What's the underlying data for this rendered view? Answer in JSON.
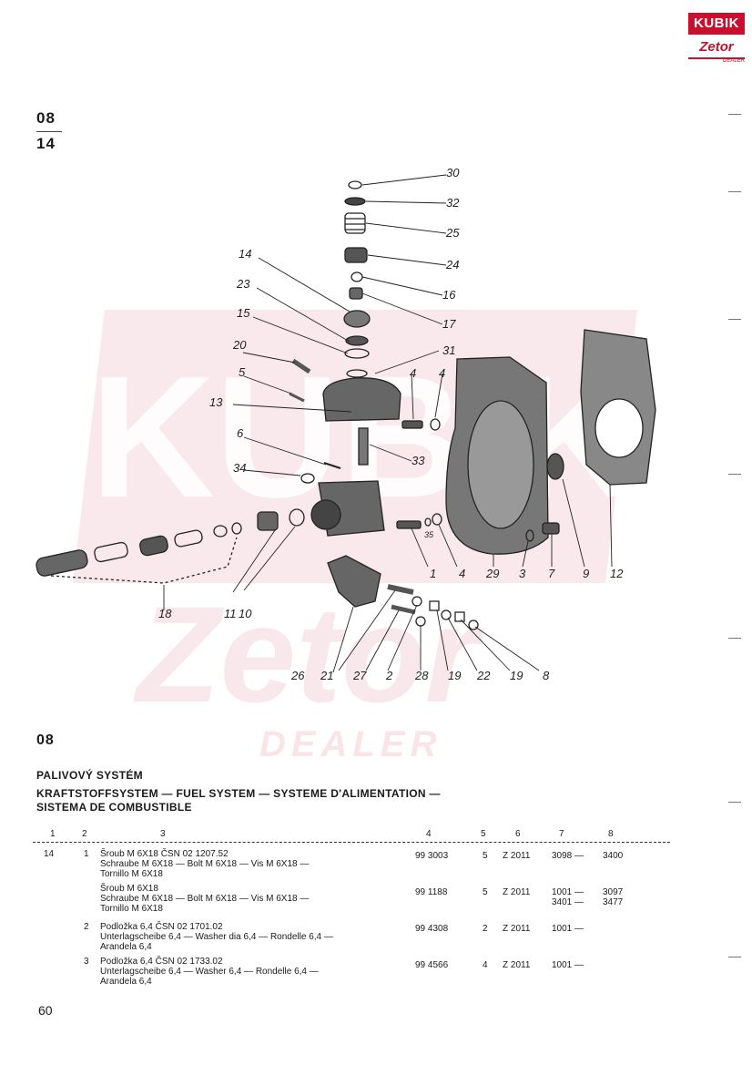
{
  "logo": {
    "top_text": "KUBIK",
    "bottom_text": "Zetor",
    "sub_text": "DEALER"
  },
  "watermark": {
    "line1": "KUBIK",
    "line2": "Zetor",
    "line3": "DEALER"
  },
  "page_code": {
    "group": "08",
    "subgroup": "14"
  },
  "diagram": {
    "callouts": [
      "30",
      "32",
      "25",
      "24",
      "16",
      "17",
      "14",
      "23",
      "15",
      "31",
      "20",
      "5",
      "4",
      "4",
      "13",
      "6",
      "33",
      "34",
      "11",
      "10",
      "18",
      "1",
      "35",
      "4",
      "29",
      "3",
      "7",
      "9",
      "12",
      "26",
      "21",
      "27",
      "2",
      "28",
      "19",
      "22",
      "19",
      "8"
    ]
  },
  "section": {
    "code": "08",
    "title_cz": "PALIVOVÝ SYSTÉM",
    "title_multi": "KRAFTSTOFFSYSTEM — FUEL SYSTEM — SYSTEME D'ALIMENTATION —",
    "title_es": "SISTEMA DE COMBUSTIBLE"
  },
  "table": {
    "headers": [
      "1",
      "2",
      "3",
      "4",
      "5",
      "6",
      "7",
      "8"
    ],
    "rows": [
      {
        "c1": "14",
        "c2": "1",
        "desc": [
          "Šroub  M  6X18  ČSN  02 1207.52",
          "Schraube  M  6X18  —  Bolt  M  6X18  —  Vis  M  6X18  —",
          "Tornillo  M  6X18"
        ],
        "part": "99 3003",
        "qty": "5",
        "model": "Z 2011",
        "from": [
          "3098 —"
        ],
        "to": [
          "3400"
        ]
      },
      {
        "c1": "",
        "c2": "",
        "desc": [
          "Šroub  M  6X18",
          "Schraube  M  6X18  —  Bolt  M  6X18  —  Vis  M  6X18  —",
          "Tornillo  M  6X18"
        ],
        "part": "99 1188",
        "qty": "5",
        "model": "Z 2011",
        "from": [
          "1001 —",
          "3401 —"
        ],
        "to": [
          "3097",
          "3477"
        ]
      },
      {
        "c1": "",
        "c2": "2",
        "desc": [
          "Podložka  6,4  ČSN  02 1701.02",
          "Unterlagscheibe  6,4  —  Washer  dia  6,4  —  Rondelle  6,4  —",
          "Arandela  6,4"
        ],
        "part": "99 4308",
        "qty": "2",
        "model": "Z 2011",
        "from": [
          "1001 —"
        ],
        "to": []
      },
      {
        "c1": "",
        "c2": "3",
        "desc": [
          "Podložka  6,4  ČSN  02 1733.02",
          "Unterlagscheibe  6,4  —  Washer  6,4  —  Rondelle  6,4  —",
          "Arandela  6,4"
        ],
        "part": "99 4566",
        "qty": "4",
        "model": "Z 2011",
        "from": [
          "1001 —"
        ],
        "to": []
      }
    ]
  },
  "page_number": "60"
}
